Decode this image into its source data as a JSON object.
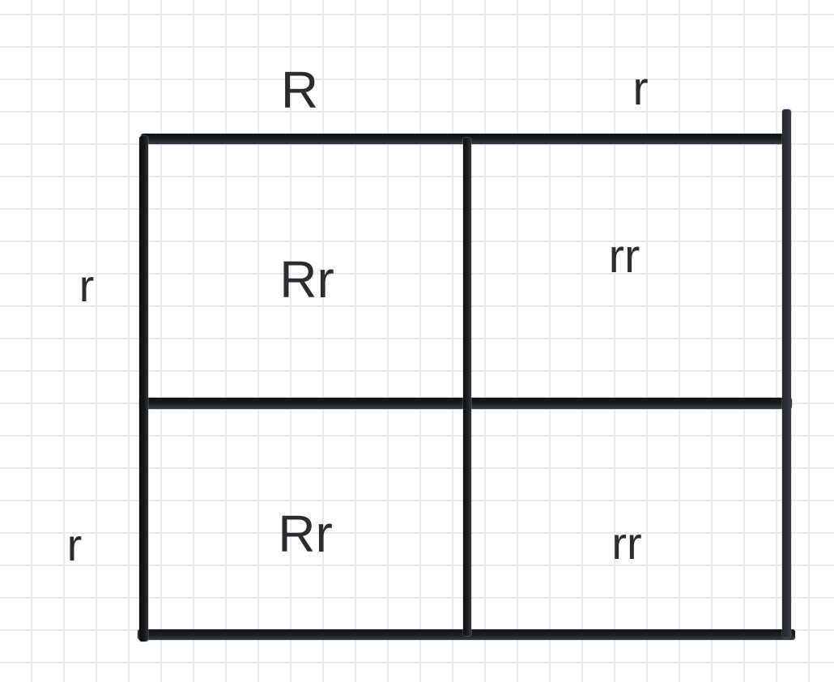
{
  "canvas": {
    "kind": "drawing-canvas",
    "diagram_type": "punnett-square"
  },
  "punnett_square": {
    "column_headers": [
      {
        "label": "R"
      },
      {
        "label": "r"
      }
    ],
    "row_headers": [
      {
        "label": "r"
      },
      {
        "label": "r"
      }
    ],
    "cells": [
      {
        "row": 0,
        "col": 0,
        "genotype": "Rr"
      },
      {
        "row": 0,
        "col": 1,
        "genotype": "rr"
      },
      {
        "row": 1,
        "col": 0,
        "genotype": "Rr"
      },
      {
        "row": 1,
        "col": 1,
        "genotype": "rr"
      }
    ]
  },
  "colors": {
    "stroke": "#1b1e22",
    "ink": "#2a2c30",
    "grid_line": "#eaeaea",
    "background": "#ffffff"
  }
}
